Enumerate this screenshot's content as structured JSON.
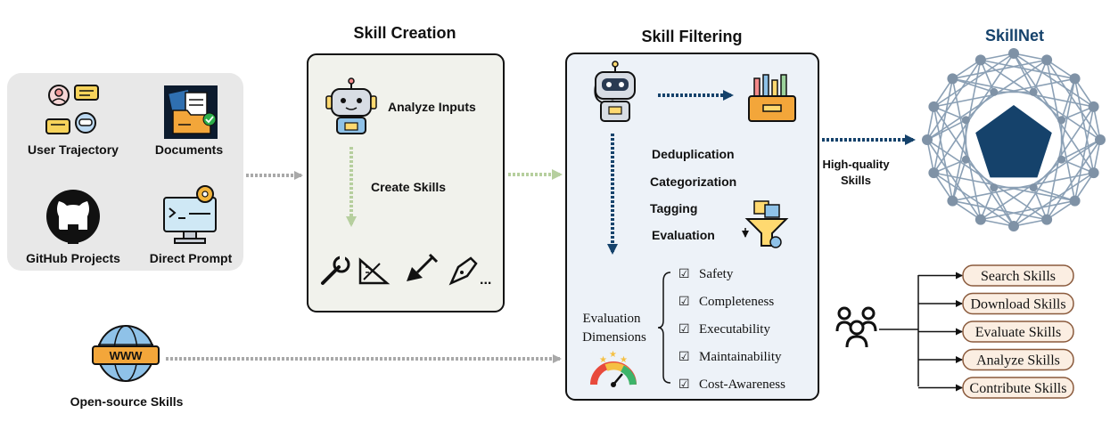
{
  "sections": {
    "creation_title": "Skill Creation",
    "filtering_title": "Skill Filtering",
    "skillnet_title": "SkillNet"
  },
  "sources": {
    "user_trajectory": "User Trajectory",
    "documents": "Documents",
    "github_projects": "GitHub Projects",
    "direct_prompt": "Direct Prompt",
    "open_source": "Open-source Skills",
    "www_label": "WWW"
  },
  "creation": {
    "analyze_inputs": "Analyze Inputs",
    "create_skills": "Create Skills",
    "ellipsis": "..."
  },
  "filtering": {
    "steps": [
      "Deduplication",
      "Categorization",
      "Tagging",
      "Evaluation"
    ],
    "eval_dimensions_line1": "Evaluation",
    "eval_dimensions_line2": "Dimensions",
    "dimensions": [
      "Safety",
      "Completeness",
      "Executability",
      "Maintainability",
      "Cost-Awareness"
    ],
    "check_glyph": "☑"
  },
  "output": {
    "label_line1": "High-quality",
    "label_line2": "Skills"
  },
  "actions": [
    "Search Skills",
    "Download Skills",
    "Evaluate Skills",
    "Analyze Skills",
    "Contribute Skills"
  ],
  "colors": {
    "navy": "#15426b",
    "green_arrow": "#b6cf9e",
    "gray_arrow": "#a9a9a9",
    "action_fill": "#fbeee2",
    "action_border": "#8a5a3c",
    "filter_fill": "#edf2f8"
  }
}
